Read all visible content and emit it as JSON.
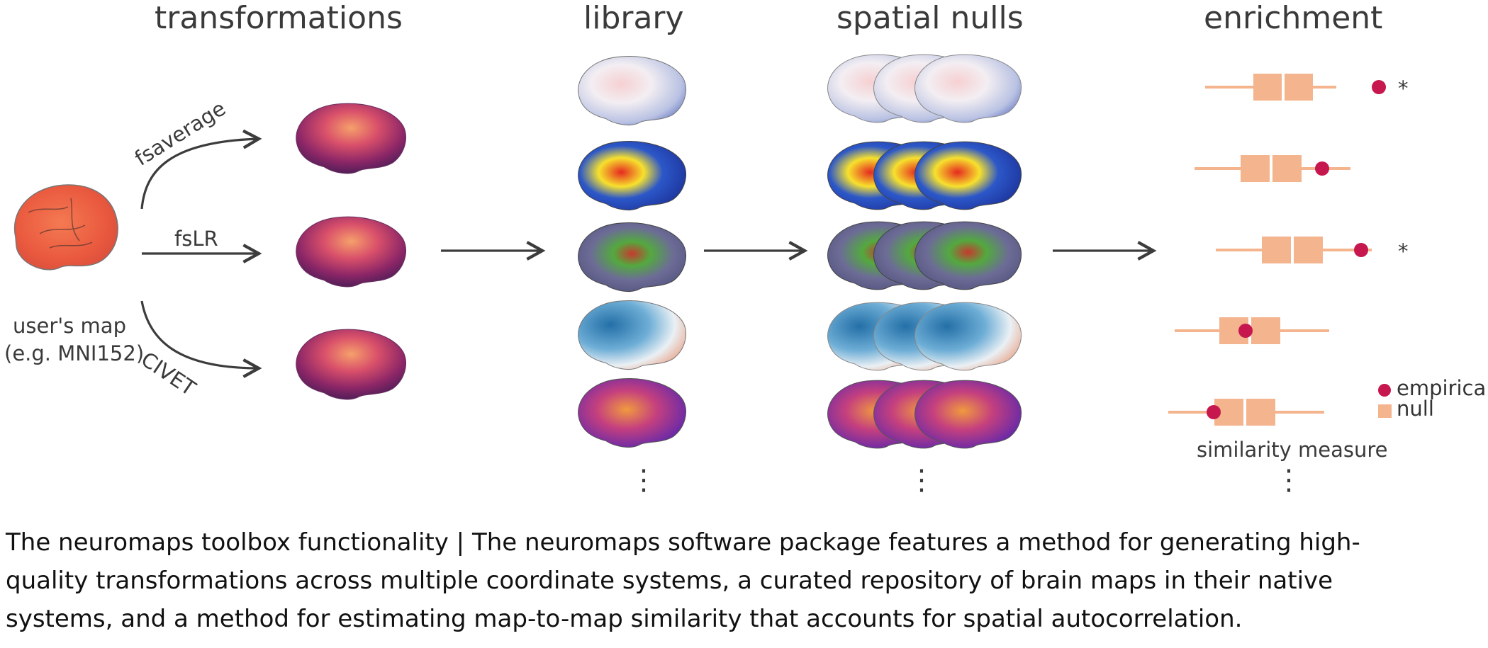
{
  "headers": {
    "transformations": "transformations",
    "library": "library",
    "spatial_nulls": "spatial nulls",
    "enrichment": "enrichment"
  },
  "transform_labels": {
    "fsaverage": "fsaverage",
    "fslr": "fsLR",
    "civet": "CIVET"
  },
  "user_map": {
    "line1": "user's map",
    "line2": "(e.g. MNI152)"
  },
  "legend": {
    "empirical": "empirical",
    "null": "null"
  },
  "axis_label": "similarity  measure",
  "ellipsis": "⋮",
  "caption": {
    "title": "The neuromaps toolbox functionality",
    "separator": " | ",
    "line1_text": "The neuromaps software package features a method for generating high-",
    "line2": "quality transformations across multiple coordinate systems, a curated repository of brain maps in their native",
    "line3": "systems, and a method for estimating map-to-map similarity that accounts for spatial autocorrelation."
  },
  "significance": [
    "*",
    "",
    "*",
    "",
    ""
  ],
  "colors": {
    "null_box": "#f4b48e",
    "empirical_dot": "#c6174f",
    "arrow": "#3c3c3c"
  }
}
